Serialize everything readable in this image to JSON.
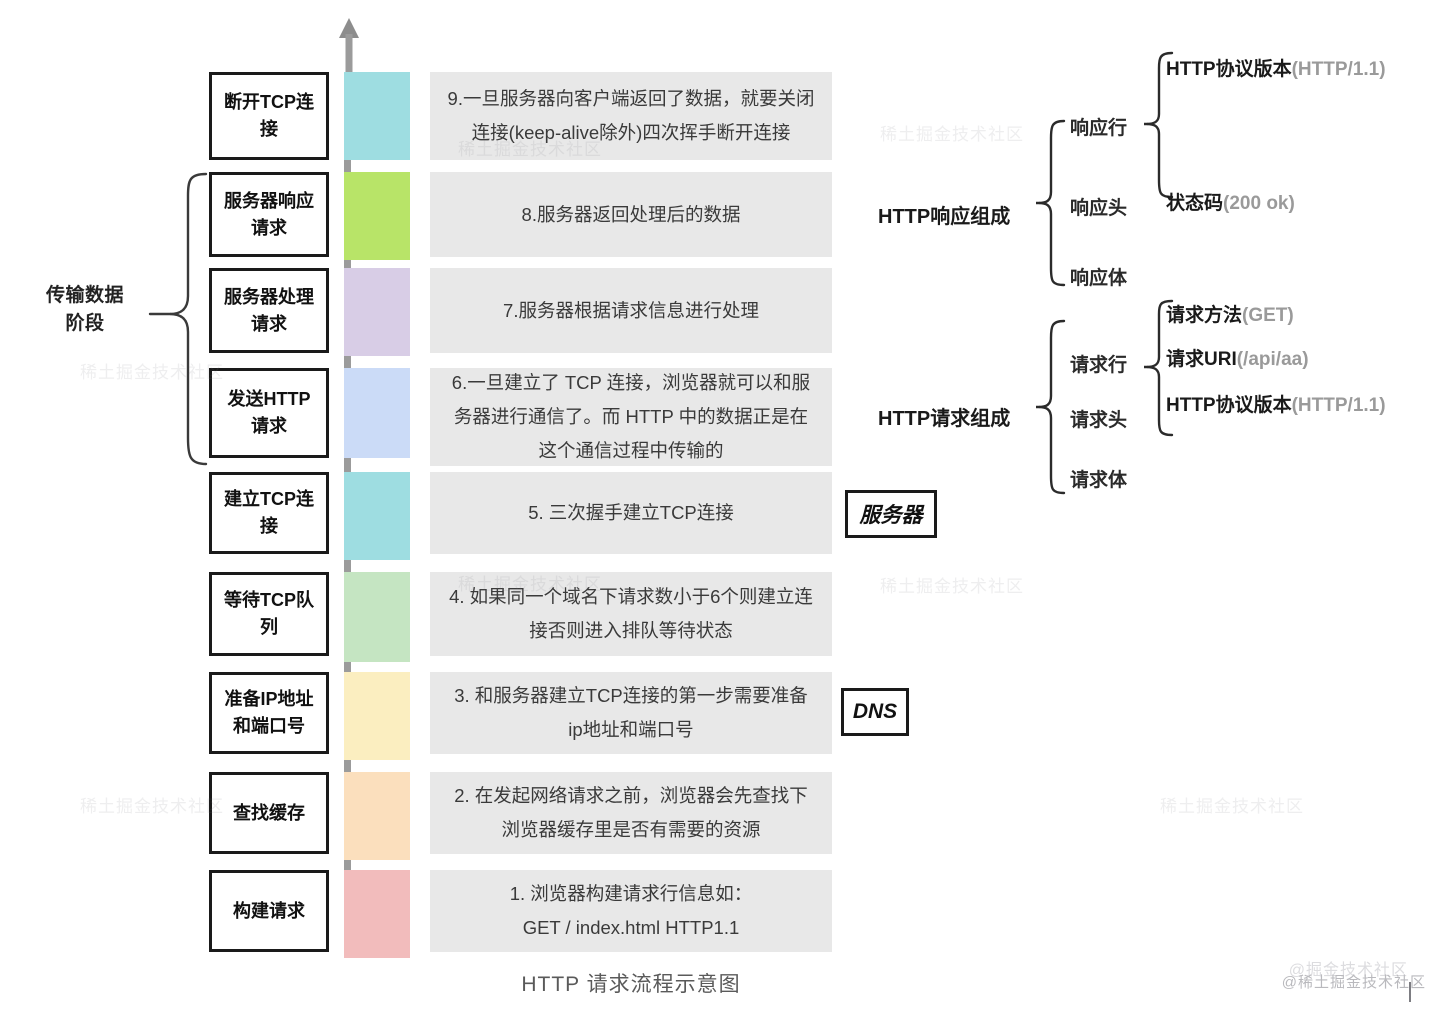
{
  "diagram": {
    "caption": "HTTP 请求流程示意图",
    "stage_label": "传输数据\n阶段",
    "stage_label_line1": "传输数据",
    "stage_label_line2": "阶段",
    "axis_icon": "up-arrow-icon",
    "colors": {
      "teal": "#9edde1",
      "green": "#b8e468",
      "purple": "#d8cde6",
      "blue": "#cbdbf7",
      "teal2": "#9edde1",
      "lightgreen": "#c5e5c2",
      "yellow": "#fbeec0",
      "orange": "#fbdfbd",
      "pink": "#f2bcbc",
      "desc_bg": "#e8e8e8",
      "timeline": "#9b9b9b",
      "box_border": "#1a1a1a"
    }
  },
  "steps": [
    {
      "num": "9",
      "box": "断开TCP连接",
      "box_l1": "断开TCP连",
      "box_l2": "接",
      "swatch": "teal",
      "desc_l1": "9.一旦服务器向客户端返回了数据，就要关闭",
      "desc_l2": "连接(keep-alive除外)四次挥手断开连接",
      "desc_l3": ""
    },
    {
      "num": "8",
      "box": "服务器响应请求",
      "box_l1": "服务器响应",
      "box_l2": "请求",
      "swatch": "green",
      "desc_l1": "8.服务器返回处理后的数据",
      "desc_l2": "",
      "desc_l3": ""
    },
    {
      "num": "7",
      "box": "服务器处理请求",
      "box_l1": "服务器处理",
      "box_l2": "请求",
      "swatch": "purple",
      "desc_l1": "7.服务器根据请求信息进行处理",
      "desc_l2": "",
      "desc_l3": ""
    },
    {
      "num": "6",
      "box": "发送HTTP请求",
      "box_l1": "发送HTTP",
      "box_l2": "请求",
      "swatch": "blue",
      "desc_l1": "6.一旦建立了 TCP 连接，浏览器就可以和服",
      "desc_l2": "务器进行通信了。而 HTTP 中的数据正是在",
      "desc_l3": "这个通信过程中传输的"
    },
    {
      "num": "5",
      "box": "建立TCP连接",
      "box_l1": "建立TCP连",
      "box_l2": "接",
      "swatch": "teal2",
      "desc_l1": "5. 三次握手建立TCP连接",
      "desc_l2": "",
      "desc_l3": ""
    },
    {
      "num": "4",
      "box": "等待TCP队列",
      "box_l1": "等待TCP队",
      "box_l2": "列",
      "swatch": "lightgreen",
      "desc_l1": "4. 如果同一个域名下请求数小于6个则建立连",
      "desc_l2": "接否则进入排队等待状态",
      "desc_l3": ""
    },
    {
      "num": "3",
      "box": "准备IP地址和端口号",
      "box_l1": "准备IP地址",
      "box_l2": "和端口号",
      "swatch": "yellow",
      "desc_l1": "3. 和服务器建立TCP连接的第一步需要准备",
      "desc_l2": "ip地址和端口号",
      "desc_l3": ""
    },
    {
      "num": "2",
      "box": "查找缓存",
      "box_l1": "查找缓存",
      "box_l2": "",
      "swatch": "orange",
      "desc_l1": "2. 在发起网络请求之前，浏览器会先查找下",
      "desc_l2": "浏览器缓存里是否有需要的资源",
      "desc_l3": ""
    },
    {
      "num": "1",
      "box": "构建请求",
      "box_l1": "构建请求",
      "box_l2": "",
      "swatch": "pink",
      "desc_l1": "1. 浏览器构建请求行信息如：",
      "desc_l2": "GET / index.html HTTP1.1",
      "desc_l3": ""
    }
  ],
  "side_tags": {
    "server": "服务器",
    "dns": "DNS"
  },
  "tree": {
    "response": {
      "root": "HTTP响应组成",
      "children": [
        {
          "label": "响应行"
        },
        {
          "label": "响应头"
        },
        {
          "label": "响应体"
        }
      ],
      "leaves": [
        {
          "label": "HTTP协议版本",
          "value": "(HTTP/1.1)"
        },
        {
          "label": "状态码",
          "value": "(200 ok)"
        }
      ]
    },
    "request": {
      "root": "HTTP请求组成",
      "children": [
        {
          "label": "请求行"
        },
        {
          "label": "请求头"
        },
        {
          "label": "请求体"
        }
      ],
      "leaves": [
        {
          "label": "请求方法",
          "value": "(GET)"
        },
        {
          "label": "请求URI",
          "value": "(/api/aa)"
        },
        {
          "label": "HTTP协议版本",
          "value": "(HTTP/1.1)"
        }
      ]
    }
  },
  "watermark": {
    "corner": "@稀土掘金技术社区",
    "corner_2": "@掘金技术社区",
    "tile": "稀土掘金技术社区"
  }
}
